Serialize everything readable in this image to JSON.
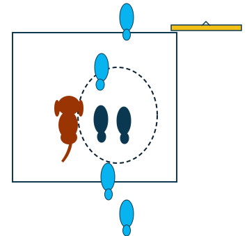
{
  "colors": {
    "background": "#ffffff",
    "outline": "#0e3a52",
    "footprint_light": "#08b4f0",
    "footprint_dark": "#0a3850",
    "dog": "#9a3403",
    "bench": "#f2be18",
    "circle": "#0a2030"
  },
  "icons": {
    "room": "rectangle-outline",
    "target_circle": "dashed-circle",
    "footprint": "footprint-icon",
    "dog": "sitting-dog-silhouette",
    "bench": "yellow-bench-bar"
  }
}
